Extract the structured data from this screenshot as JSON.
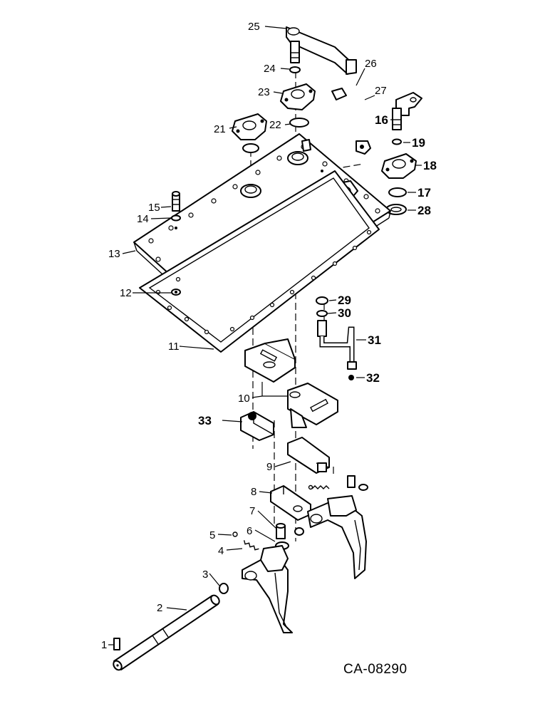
{
  "diagram": {
    "code": "CA-08290",
    "callouts": [
      {
        "id": "1",
        "text": "1"
      },
      {
        "id": "2",
        "text": "2"
      },
      {
        "id": "3",
        "text": "3"
      },
      {
        "id": "4",
        "text": "4"
      },
      {
        "id": "5",
        "text": "5"
      },
      {
        "id": "6",
        "text": "6"
      },
      {
        "id": "7",
        "text": "7"
      },
      {
        "id": "8",
        "text": "8"
      },
      {
        "id": "9",
        "text": "9"
      },
      {
        "id": "10",
        "text": "10"
      },
      {
        "id": "11",
        "text": "11"
      },
      {
        "id": "12",
        "text": "12"
      },
      {
        "id": "13",
        "text": "13"
      },
      {
        "id": "14",
        "text": "14"
      },
      {
        "id": "15",
        "text": "15"
      },
      {
        "id": "16",
        "text": "16"
      },
      {
        "id": "17",
        "text": "17"
      },
      {
        "id": "18",
        "text": "18"
      },
      {
        "id": "19",
        "text": "19"
      },
      {
        "id": "21",
        "text": "21"
      },
      {
        "id": "22",
        "text": "22"
      },
      {
        "id": "23",
        "text": "23"
      },
      {
        "id": "24",
        "text": "24"
      },
      {
        "id": "25",
        "text": "25"
      },
      {
        "id": "26",
        "text": "26"
      },
      {
        "id": "27",
        "text": "27"
      },
      {
        "id": "28",
        "text": "28"
      },
      {
        "id": "29",
        "text": "29"
      },
      {
        "id": "30",
        "text": "30"
      },
      {
        "id": "31",
        "text": "31"
      },
      {
        "id": "32",
        "text": "32"
      },
      {
        "id": "33",
        "text": "33"
      }
    ]
  }
}
